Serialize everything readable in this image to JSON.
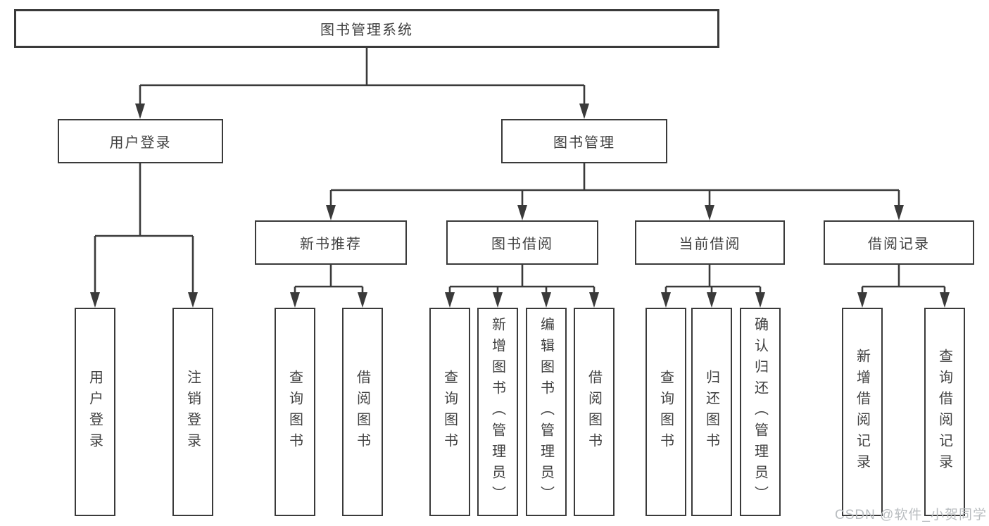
{
  "diagram": {
    "root": {
      "label": "图书管理系统"
    },
    "level2": [
      {
        "id": "user-login",
        "label": "用户登录"
      },
      {
        "id": "book-management",
        "label": "图书管理"
      }
    ],
    "level3": [
      {
        "id": "new-book-recommend",
        "label": "新书推荐",
        "parent": "图书管理"
      },
      {
        "id": "book-borrow",
        "label": "图书借阅",
        "parent": "图书管理"
      },
      {
        "id": "current-borrow",
        "label": "当前借阅",
        "parent": "图书管理"
      },
      {
        "id": "borrow-records",
        "label": "借阅记录",
        "parent": "图书管理"
      }
    ],
    "leaves": [
      {
        "label": "用户登录",
        "parent": "用户登录"
      },
      {
        "label": "注销登录",
        "parent": "用户登录"
      },
      {
        "label": "查询图书",
        "parent": "新书推荐"
      },
      {
        "label": "借阅图书",
        "parent": "新书推荐"
      },
      {
        "label": "查询图书",
        "parent": "图书借阅"
      },
      {
        "label": "新增图书（管理员）",
        "parent": "图书借阅"
      },
      {
        "label": "编辑图书（管理员）",
        "parent": "图书借阅"
      },
      {
        "label": "借阅图书",
        "parent": "图书借阅"
      },
      {
        "label": "查询图书",
        "parent": "当前借阅"
      },
      {
        "label": "归还图书",
        "parent": "当前借阅"
      },
      {
        "label": "确认归还（管理员）",
        "parent": "当前借阅"
      },
      {
        "label": "新增借阅记录",
        "parent": "借阅记录"
      },
      {
        "label": "查询借阅记录",
        "parent": "借阅记录"
      }
    ]
  },
  "watermark": {
    "text": "CSDN @软件_小贺同学"
  },
  "colors": {
    "line": "#3a3a3a",
    "text": "#404040",
    "watermark": "#b9bdc0",
    "background": "#ffffff"
  }
}
